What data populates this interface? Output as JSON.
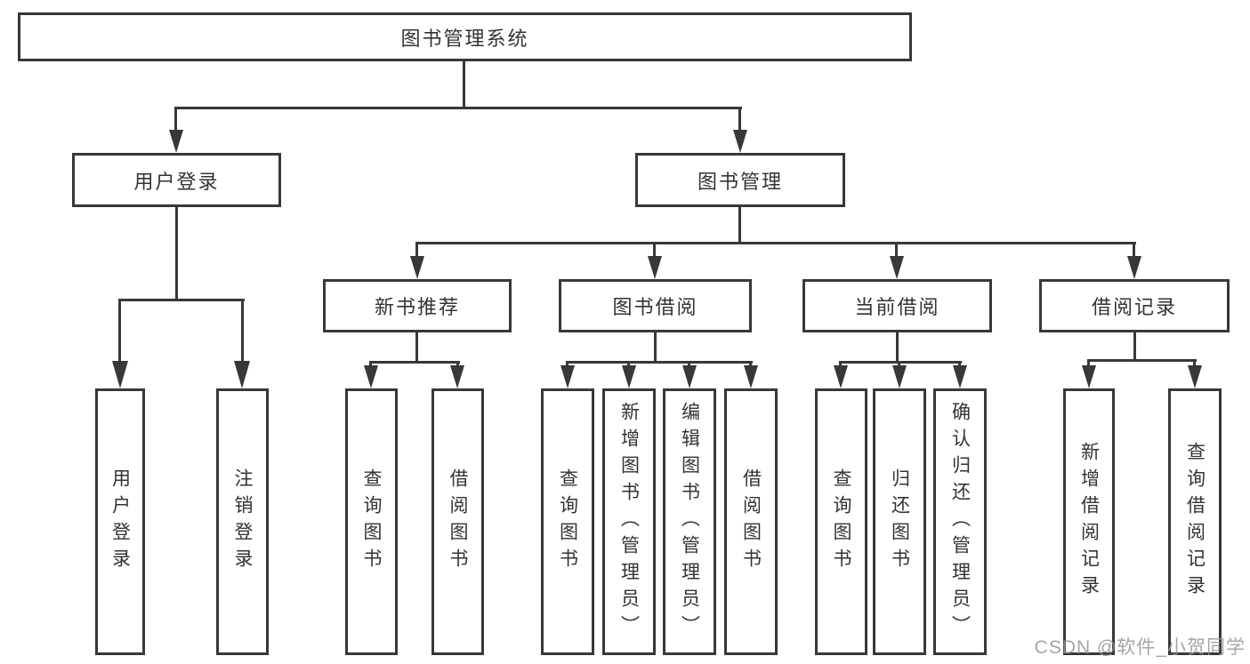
{
  "tree": {
    "root": {
      "label": "图书管理系统"
    },
    "branches": [
      {
        "label": "用户登录",
        "children": [
          {
            "label": "用户登录"
          },
          {
            "label": "注销登录"
          }
        ]
      },
      {
        "label": "图书管理",
        "children": [
          {
            "label": "新书推荐",
            "children": [
              {
                "label": "查询图书"
              },
              {
                "label": "借阅图书"
              }
            ]
          },
          {
            "label": "图书借阅",
            "children": [
              {
                "label": "查询图书"
              },
              {
                "label": "新增图书（管理员）"
              },
              {
                "label": "编辑图书（管理员）"
              },
              {
                "label": "借阅图书"
              }
            ]
          },
          {
            "label": "当前借阅",
            "children": [
              {
                "label": "查询图书"
              },
              {
                "label": "归还图书"
              },
              {
                "label": "确认归还（管理员）"
              }
            ]
          },
          {
            "label": "借阅记录",
            "children": [
              {
                "label": "新增借阅记录"
              },
              {
                "label": "查询借阅记录"
              }
            ]
          }
        ]
      }
    ]
  },
  "watermark": {
    "text": "CSDN @软件_小贺同学"
  },
  "colors": {
    "line": "#383838",
    "text": "#333333",
    "background": "#ffffff",
    "watermark": "#969696"
  }
}
